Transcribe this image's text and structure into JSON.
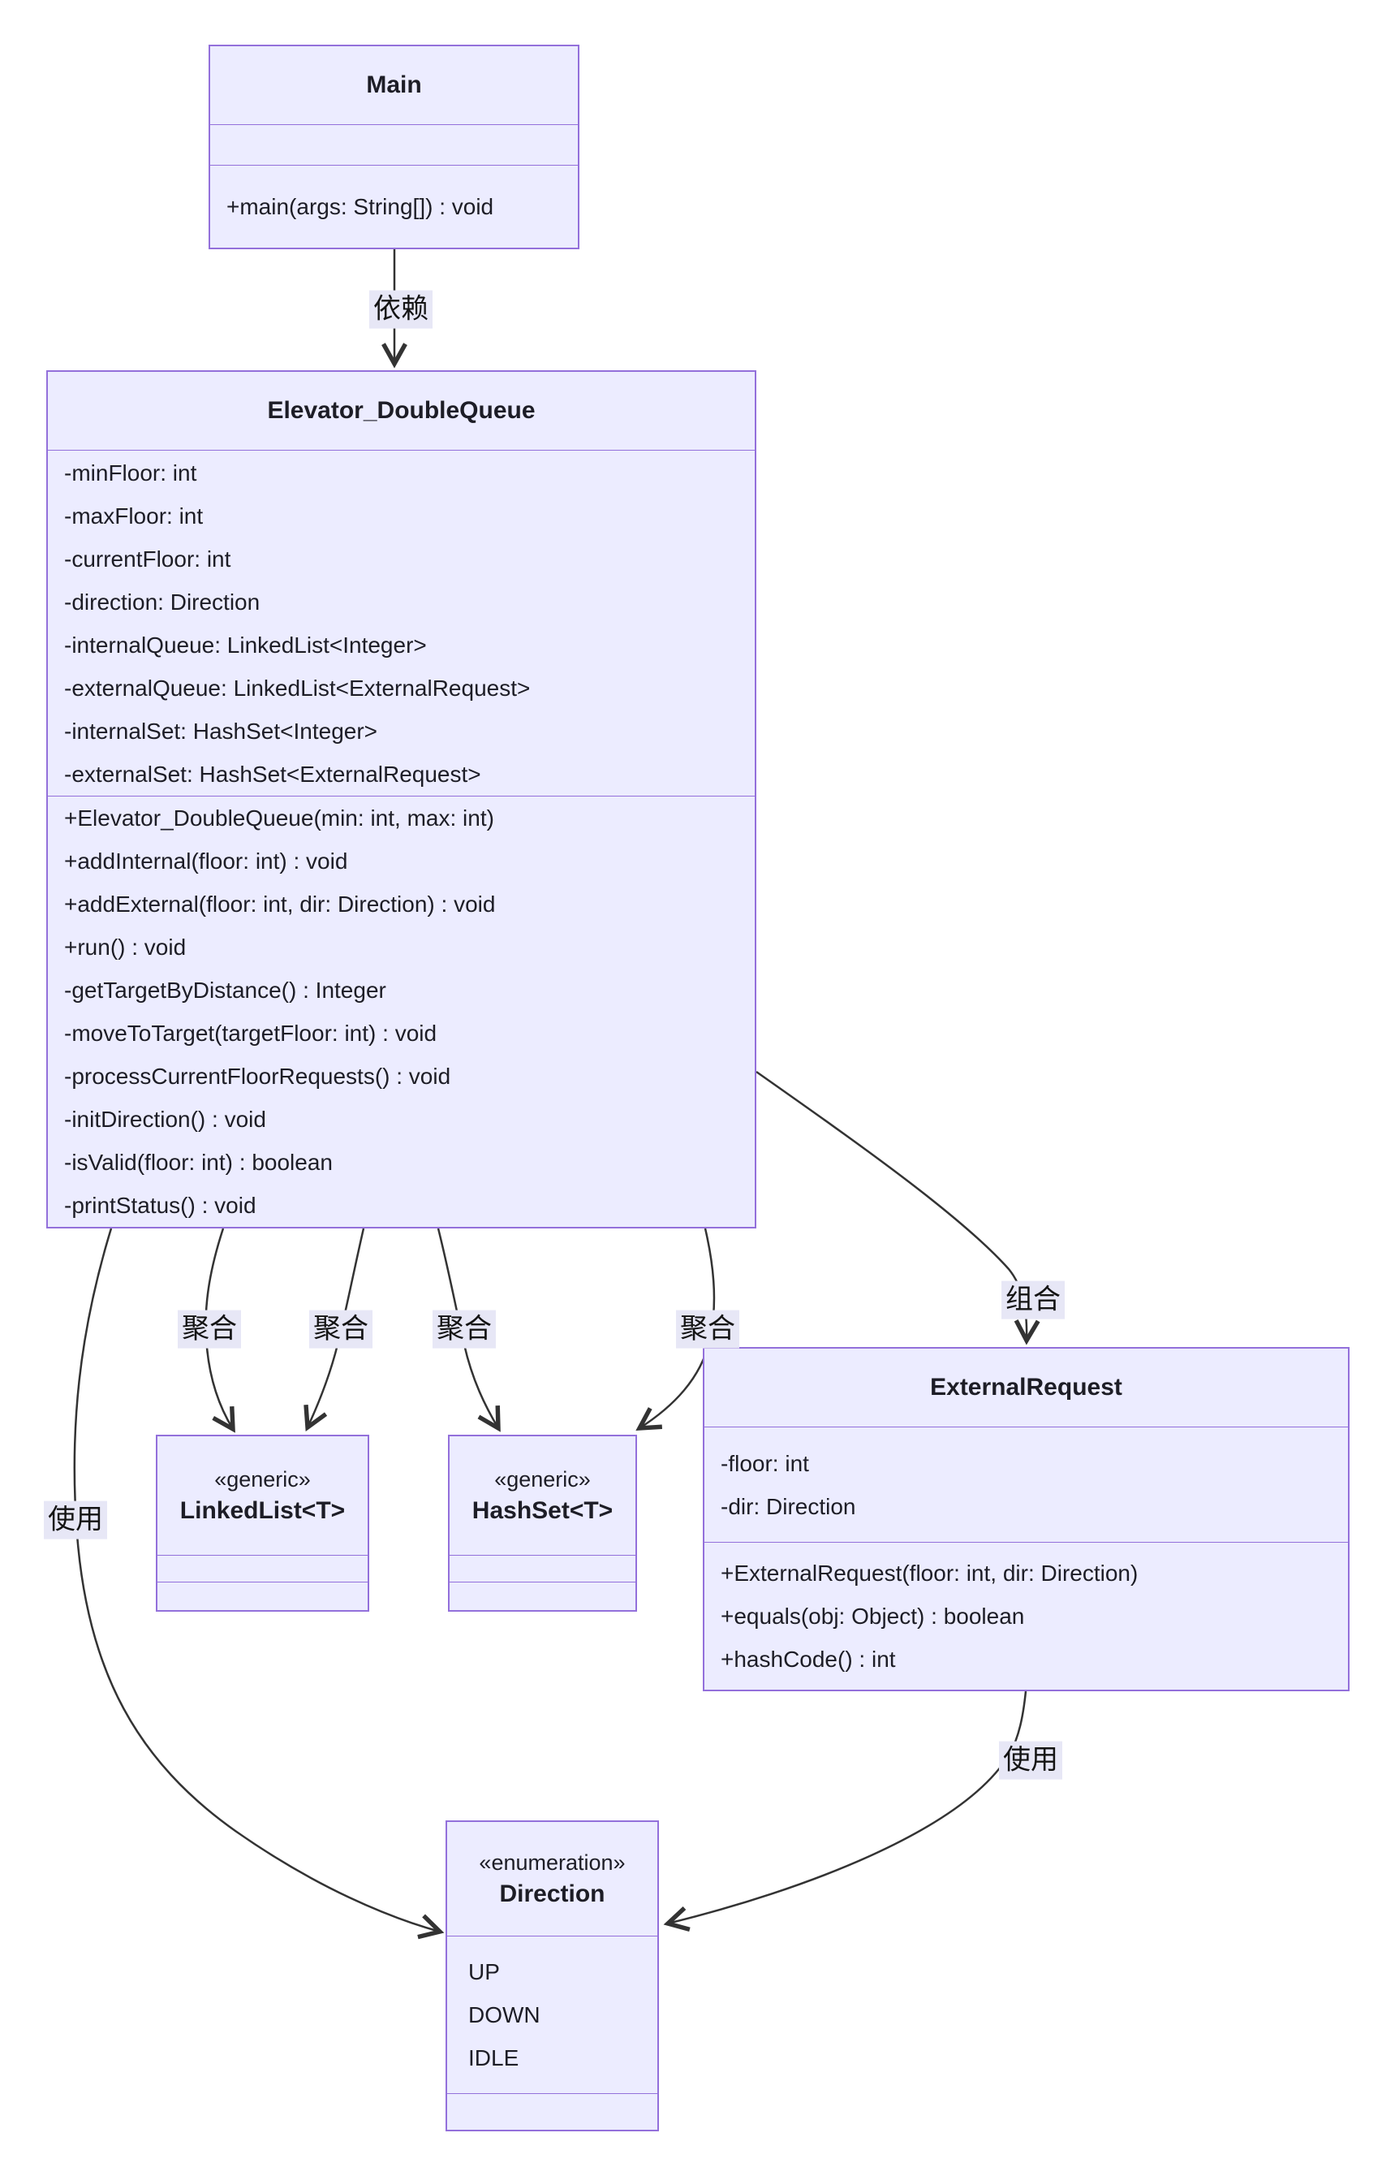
{
  "diagram": {
    "type": "uml-class-diagram",
    "colors": {
      "box_fill": "#ECECFF",
      "box_border": "#9370DB",
      "edge_stroke": "#333333",
      "label_background": "#E7E7F6",
      "text": "#1d1d26",
      "page_background": "#ffffff"
    }
  },
  "classes": {
    "main": {
      "title": "Main",
      "methods": [
        "+main(args: String[]) : void"
      ]
    },
    "elevator": {
      "title": "Elevator_DoubleQueue",
      "attributes": [
        "-minFloor: int",
        "-maxFloor: int",
        "-currentFloor: int",
        "-direction: Direction",
        "-internalQueue: LinkedList<Integer>",
        "-externalQueue: LinkedList<ExternalRequest>",
        "-internalSet: HashSet<Integer>",
        "-externalSet: HashSet<ExternalRequest>"
      ],
      "methods": [
        "+Elevator_DoubleQueue(min: int, max: int)",
        "+addInternal(floor: int) : void",
        "+addExternal(floor: int, dir: Direction) : void",
        "+run() : void",
        "-getTargetByDistance() : Integer",
        "-moveToTarget(targetFloor: int) : void",
        "-processCurrentFloorRequests() : void",
        "-initDirection() : void",
        "-isValid(floor: int) : boolean",
        "-printStatus() : void"
      ]
    },
    "linkedlist": {
      "stereotype": "«generic»",
      "title": "LinkedList<T>"
    },
    "hashset": {
      "stereotype": "«generic»",
      "title": "HashSet<T>"
    },
    "external_request": {
      "title": "ExternalRequest",
      "attributes": [
        "-floor: int",
        "-dir: Direction"
      ],
      "methods": [
        "+ExternalRequest(floor: int, dir: Direction)",
        "+equals(obj: Object) : boolean",
        "+hashCode() : int"
      ]
    },
    "direction": {
      "stereotype": "«enumeration»",
      "title": "Direction",
      "values": [
        "UP",
        "DOWN",
        "IDLE"
      ]
    }
  },
  "edges": {
    "dependency_label": "依赖",
    "aggregation_label": "聚合",
    "composition_label": "组合",
    "usage_label": "使用"
  }
}
